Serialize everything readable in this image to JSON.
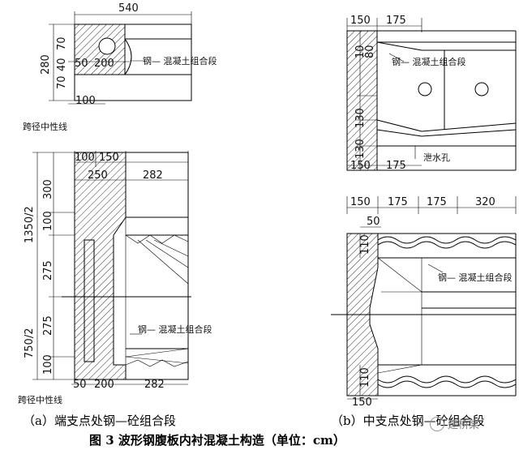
{
  "panel_a": {
    "top_dims": {
      "overall": "540",
      "left": "50",
      "mid": "200",
      "bottom": "100",
      "h_total": "280",
      "h_a": "70",
      "h_b": "40",
      "h_c": "70"
    },
    "label_top": "钢— 混凝土组合段",
    "centerline_top": "跨径中性线",
    "dims_mid": {
      "a": "100",
      "b": "150",
      "c": "250",
      "d": "282"
    },
    "vert_dims": {
      "v300": "300",
      "v1350": "1350/2",
      "v100a": "100",
      "v275a": "275",
      "v275b": "275",
      "v750": "750/2",
      "v100b": "100"
    },
    "label_mid": "钢— 混凝土组合段",
    "bottom_dims": {
      "a": "50",
      "b": "200",
      "c": "282"
    },
    "centerline_bottom": "跨径中性线",
    "caption": "（a）端支点处钢—砼组合段"
  },
  "panel_b": {
    "top_dims": {
      "a": "150",
      "b": "175",
      "v10": "10",
      "v80": "80",
      "v130a": "130",
      "v130b": "130"
    },
    "label_top": "钢— 混凝土组合段",
    "bottom_dims": {
      "a": "150",
      "b": "175"
    },
    "drain_label": "泄水孔",
    "dims_lower": {
      "a": "150",
      "b": "175",
      "c": "175",
      "d": "320",
      "e": "50",
      "v110a": "110",
      "v110b": "110",
      "f": "150"
    },
    "label_lower": "钢— 混凝土组合段",
    "caption": "（b）中支点处钢—砼组合段"
  },
  "figure_caption": "图 3  波形钢腹板内衬混凝土构造（单位：cm）",
  "watermark": "建桥桨"
}
